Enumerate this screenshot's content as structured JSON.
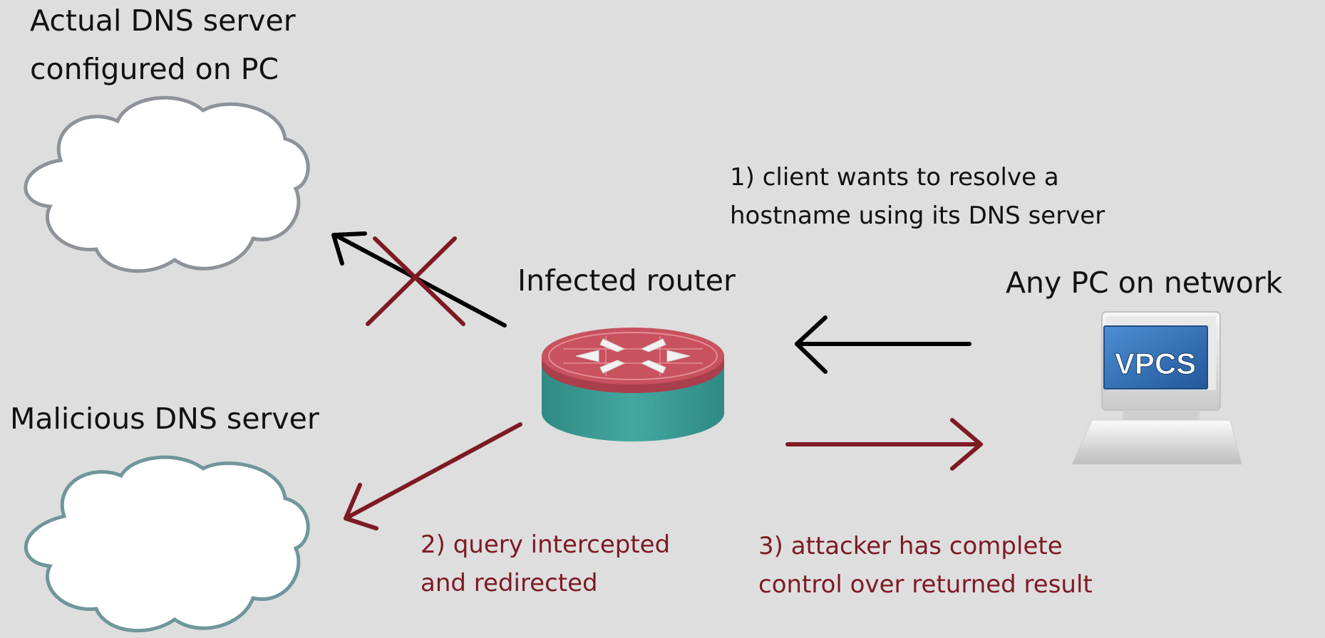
{
  "nodes": {
    "actual_dns": {
      "lines": [
        "Actual DNS server",
        "configured on PC"
      ]
    },
    "router": {
      "label": "Infected router"
    },
    "pc": {
      "label": "Any PC on network",
      "screen_text": "VPCS"
    },
    "malicious_dns": {
      "label": "Malicious DNS server"
    }
  },
  "steps": {
    "step1": {
      "lines": [
        "1) client wants to resolve a",
        "hostname using its DNS server"
      ]
    },
    "step2": {
      "lines": [
        "2) query intercepted",
        "and redirected"
      ]
    },
    "step3": {
      "lines": [
        "3) attacker has complete",
        "control over returned result"
      ]
    }
  },
  "colors": {
    "background": "#dedede",
    "accent_red": "#7d1a24",
    "arrow_black": "#000000",
    "router_top": "#c8525e",
    "router_side": "#3a9a92",
    "monitor_screen": "#2f6fb5"
  },
  "icons": {
    "actual_dns": "cloud-icon",
    "malicious_dns": "cloud-icon",
    "router": "router-icon",
    "pc": "monitor-icon",
    "blocked": "cross-icon"
  }
}
